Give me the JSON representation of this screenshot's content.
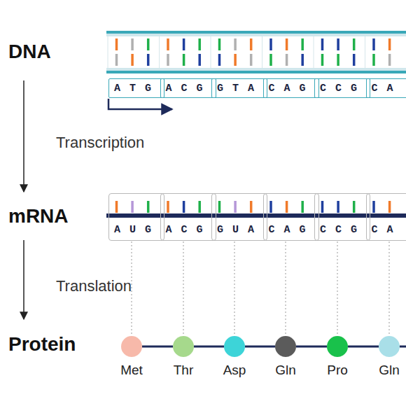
{
  "diagram": {
    "nodes": [
      {
        "text": [
          "ATG"
        ]
      },
      {
        "text": [
          "ACG"
        ]
      },
      {
        "text": [
          "GTA"
        ]
      },
      {
        "text": [
          "CAG"
        ]
      },
      {
        "text": [
          "CCG"
        ]
      },
      {
        "text": [
          "CA"
        ]
      },
      {
        "text": [
          "AUG"
        ]
      },
      {
        "text": [
          "ACG"
        ]
      },
      {
        "text": [
          "GUA"
        ]
      },
      {
        "text": [
          "CAG"
        ]
      },
      {
        "text": [
          "CCG"
        ]
      },
      {
        "text": [
          "CA"
        ]
      },
      {
        "text": [
          "Met"
        ]
      },
      {
        "text": [
          "Thr"
        ]
      },
      {
        "text": [
          "Asp"
        ]
      },
      {
        "text": [
          "Gln"
        ]
      },
      {
        "text": [
          "Pro"
        ]
      },
      {
        "text": [
          "Gln"
        ]
      }
    ],
    "edges": [
      {
        "from": 6,
        "to": 12,
        "arrow": "none"
      },
      {
        "from": 7,
        "to": 13,
        "arrow": "none"
      },
      {
        "from": 8,
        "to": 14,
        "arrow": "none"
      },
      {
        "from": 9,
        "to": 15,
        "arrow": "none"
      },
      {
        "from": 10,
        "to": 16,
        "arrow": "none"
      },
      {
        "from": 11,
        "to": 17,
        "arrow": "none"
      },
      {
        "from": 12,
        "to": 13,
        "arrow": "none"
      },
      {
        "from": 13,
        "to": 14,
        "arrow": "none"
      },
      {
        "from": 14,
        "to": 15,
        "arrow": "none"
      },
      {
        "from": 15,
        "to": 16,
        "arrow": "none"
      },
      {
        "from": 16,
        "to": 17,
        "arrow": "none"
      }
    ],
    "labels": [
      "DNA",
      "Transcription",
      "mRNA",
      "Translation",
      "Protein"
    ]
  }
}
